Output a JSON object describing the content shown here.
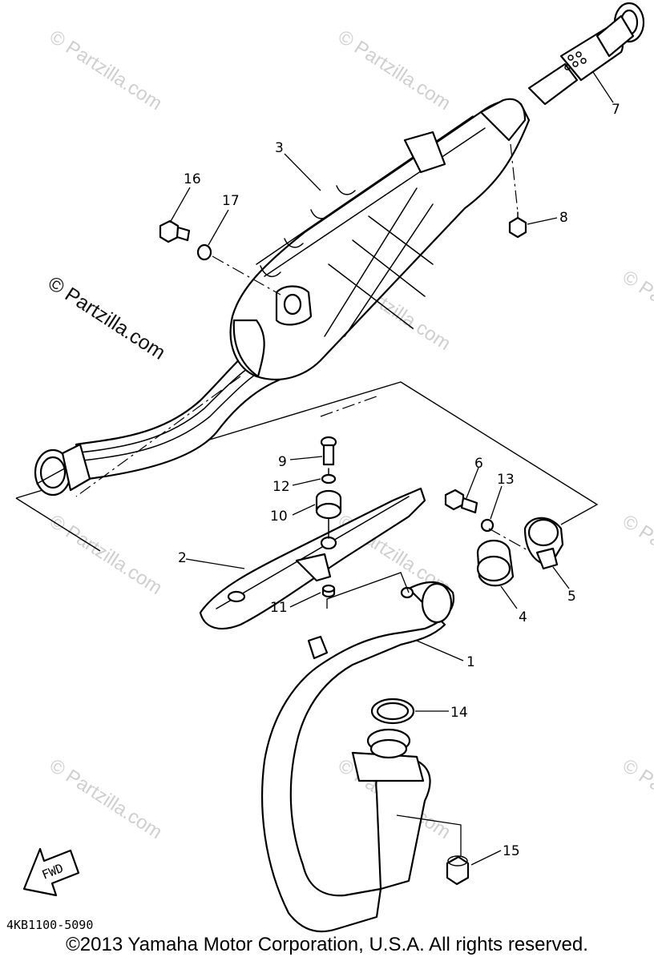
{
  "diagram_code": "4KB1100-5090",
  "copyright": "©2013  Yamaha Motor Corporation, U.S.A. All rights reserved.",
  "fwd_label": "FWD",
  "watermark": "© Partzilla.com",
  "callouts": {
    "c1": "1",
    "c2": "2",
    "c3": "3",
    "c4": "4",
    "c5": "5",
    "c6": "6",
    "c7": "7",
    "c8": "8",
    "c9": "9",
    "c10": "10",
    "c11": "11",
    "c12": "12",
    "c13": "13",
    "c14": "14",
    "c15": "15",
    "c16": "16",
    "c17": "17"
  }
}
